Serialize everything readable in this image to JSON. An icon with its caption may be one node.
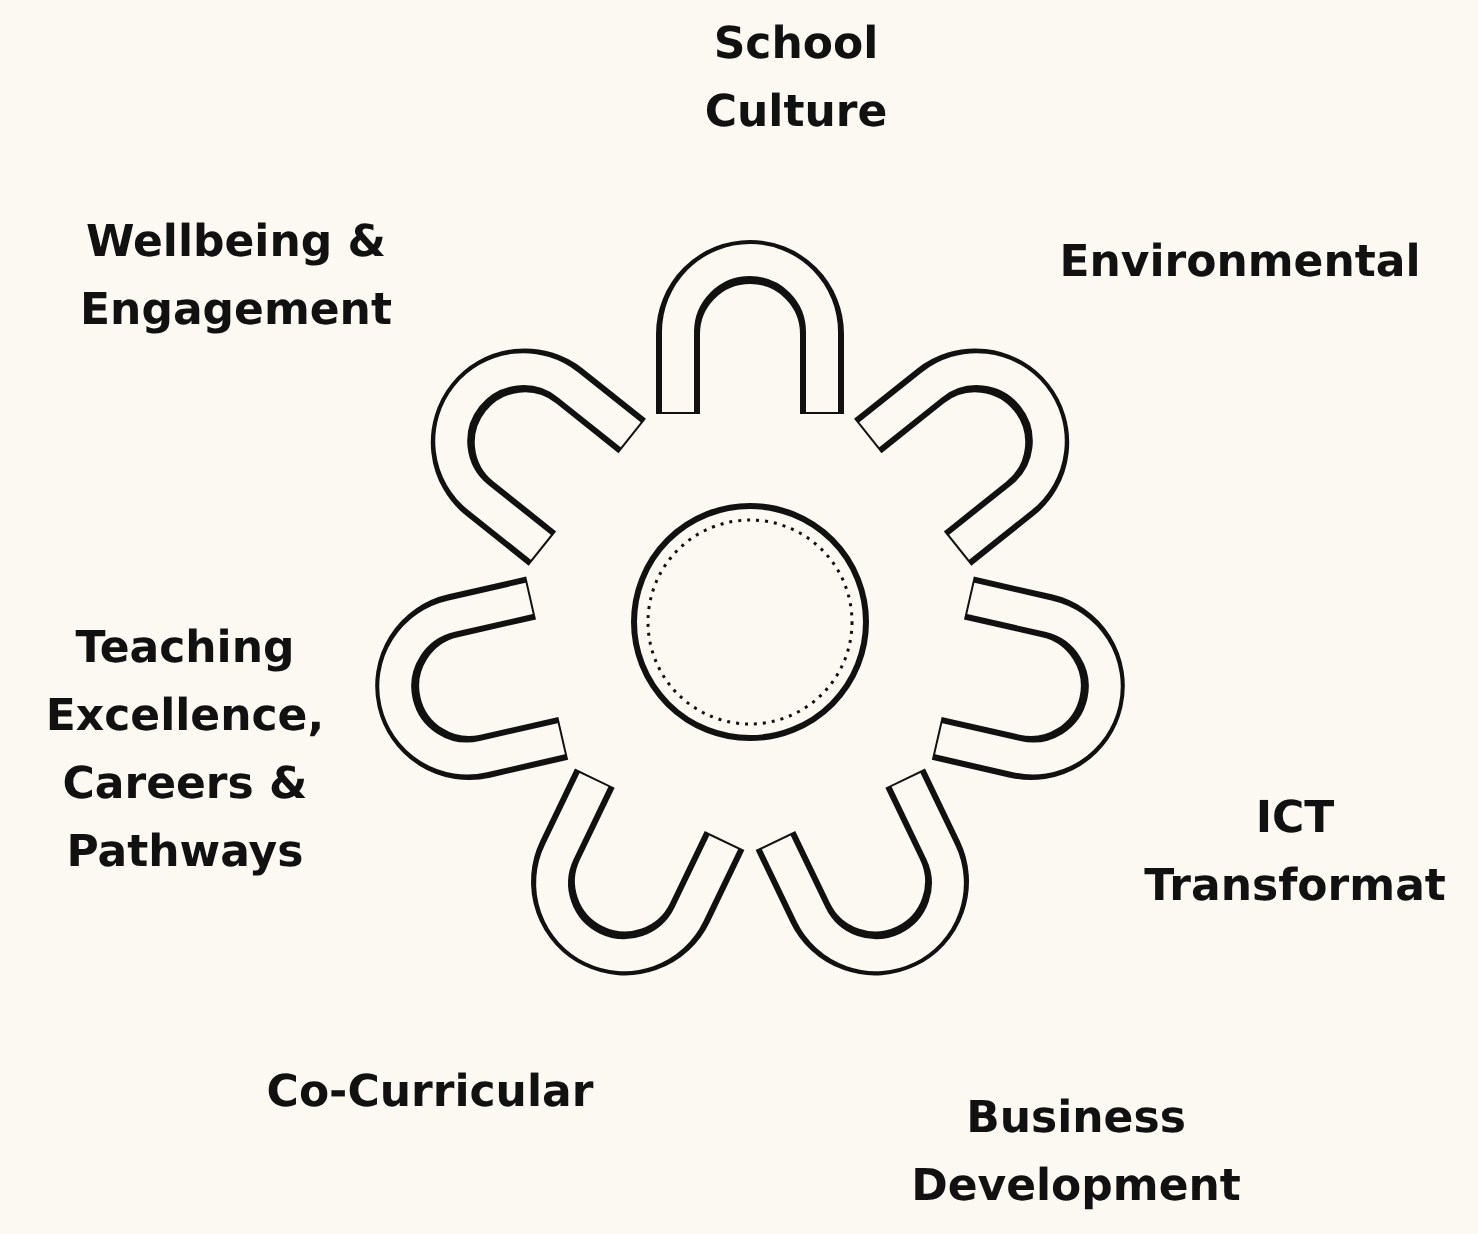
{
  "diagram": {
    "labels": [
      "School Culture",
      "Wellbeing & Engagement",
      "Environmental",
      "Teaching Excellence, Careers & Pathways",
      "ICT Transformat",
      "Co-Curricular",
      "Business Development"
    ]
  }
}
